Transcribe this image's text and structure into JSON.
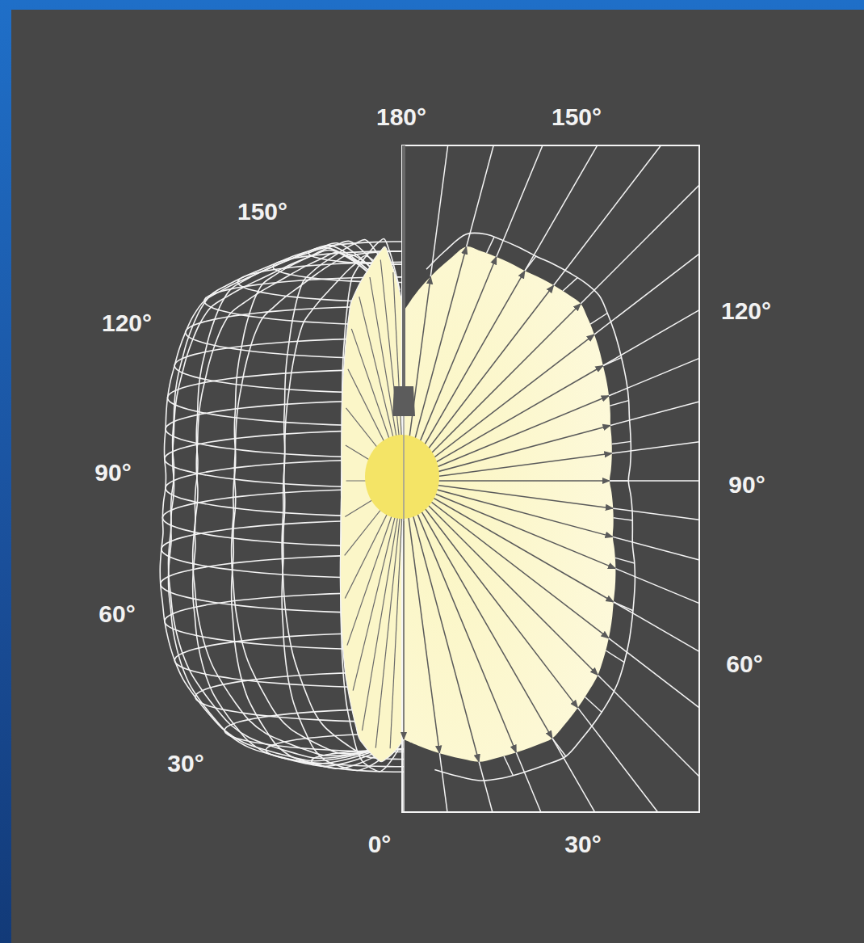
{
  "diagram": {
    "labels": [
      "180°",
      "150°",
      "150°",
      "120°",
      "120°",
      "90°",
      "90°",
      "60°",
      "60°",
      "30°",
      "0°",
      "30°"
    ]
  }
}
